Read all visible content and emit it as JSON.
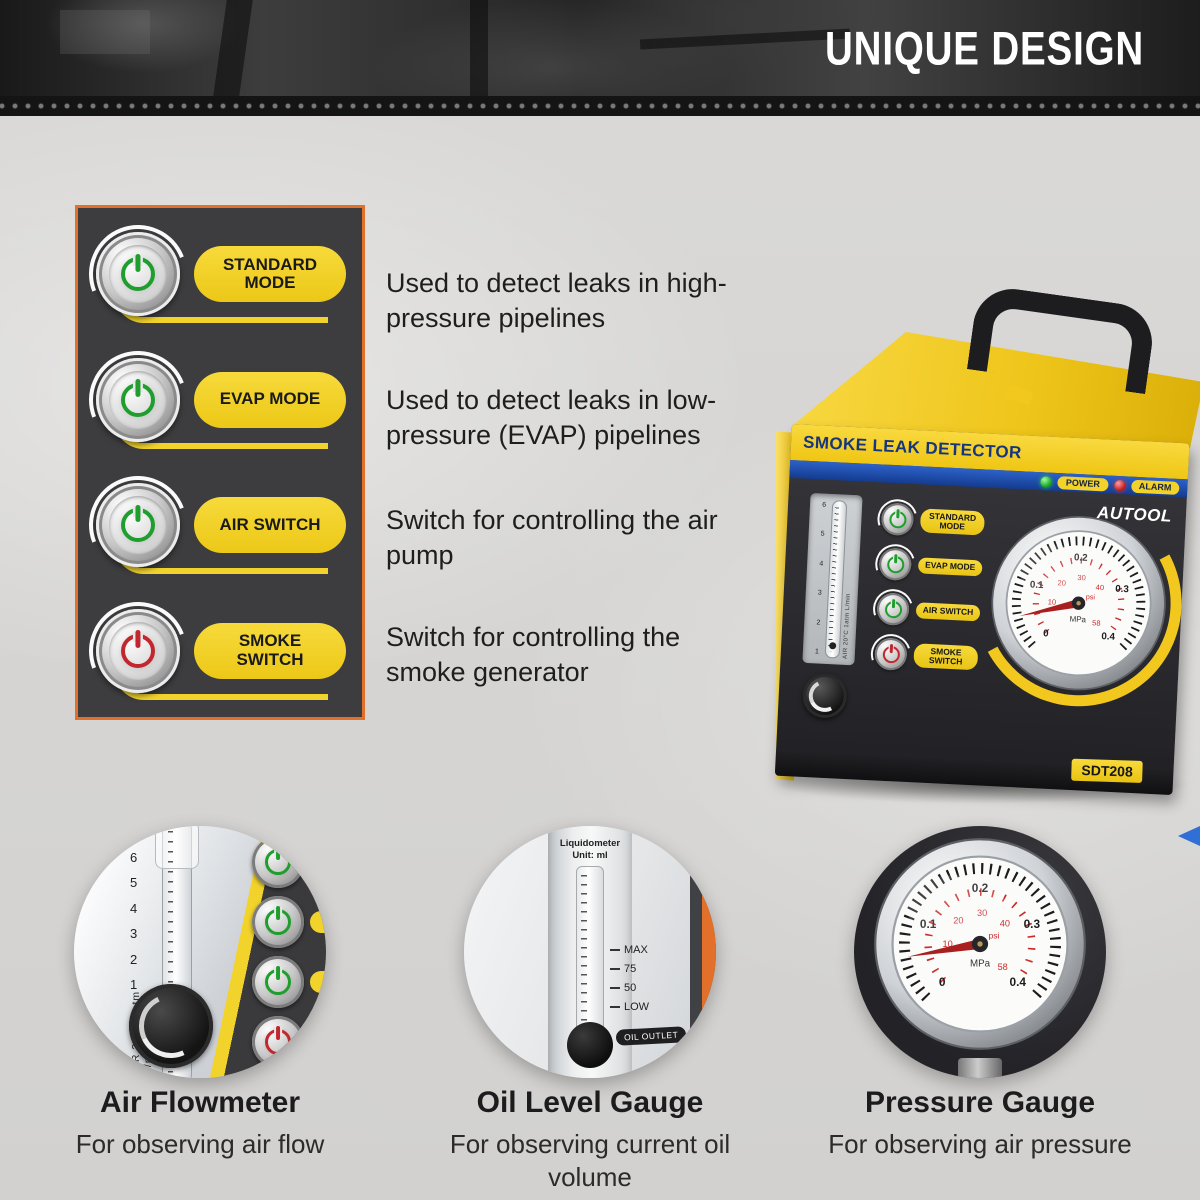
{
  "header": {
    "title": "UNIQUE DESIGN"
  },
  "colors": {
    "brand_yellow": "#f2cf2a",
    "accent_orange": "#e2702a",
    "panel_dark": "#3d3d3f",
    "button_green": "#1f9e2e",
    "button_red": "#c1272d",
    "stripe_blue": "#1d4fae"
  },
  "feature_panel": {
    "buttons": [
      {
        "label": "STANDARD MODE",
        "color": "#1f9e2e"
      },
      {
        "label": "EVAP MODE",
        "color": "#1f9e2e"
      },
      {
        "label": "AIR SWITCH",
        "color": "#1f9e2e"
      },
      {
        "label": "SMOKE SWITCH",
        "color": "#c1272d"
      }
    ]
  },
  "descriptions": [
    "Used to detect leaks in high-pressure pipelines",
    "Used to detect leaks in low-pressure (EVAP) pipelines",
    "Switch for controlling the air pump",
    "Switch for controlling the smoke generator"
  ],
  "device": {
    "title": "SMOKE LEAK DETECTOR",
    "power": "POWER",
    "alarm": "ALARM",
    "brand": "AUTOOL",
    "model": "SDT208",
    "buttons": [
      "STANDARD MODE",
      "EVAP MODE",
      "AIR SWITCH",
      "SMOKE SWITCH"
    ],
    "flowmeter": {
      "scale": [
        "6",
        "5",
        "4",
        "3",
        "2",
        "1"
      ],
      "unit": "AIR 20°C 1atm L/min"
    },
    "gauge": {
      "outer": [
        "0",
        "0.1",
        "0.2",
        "0.3",
        "0.4"
      ],
      "inner": [
        "10",
        "20",
        "30",
        "40",
        "58"
      ],
      "unit_outer": "MPa",
      "unit_inner": "psi"
    }
  },
  "oil_gauge": {
    "label": "Liquidometer Unit: ml",
    "marks": [
      "MAX",
      "75",
      "50",
      "LOW"
    ],
    "outlet": "OIL OUTLET"
  },
  "callouts": [
    {
      "title": "Air Flowmeter",
      "description": "For observing air flow"
    },
    {
      "title": "Oil Level Gauge",
      "description": "For observing current oil volume"
    },
    {
      "title": "Pressure Gauge",
      "description": "For observing air pressure"
    }
  ]
}
